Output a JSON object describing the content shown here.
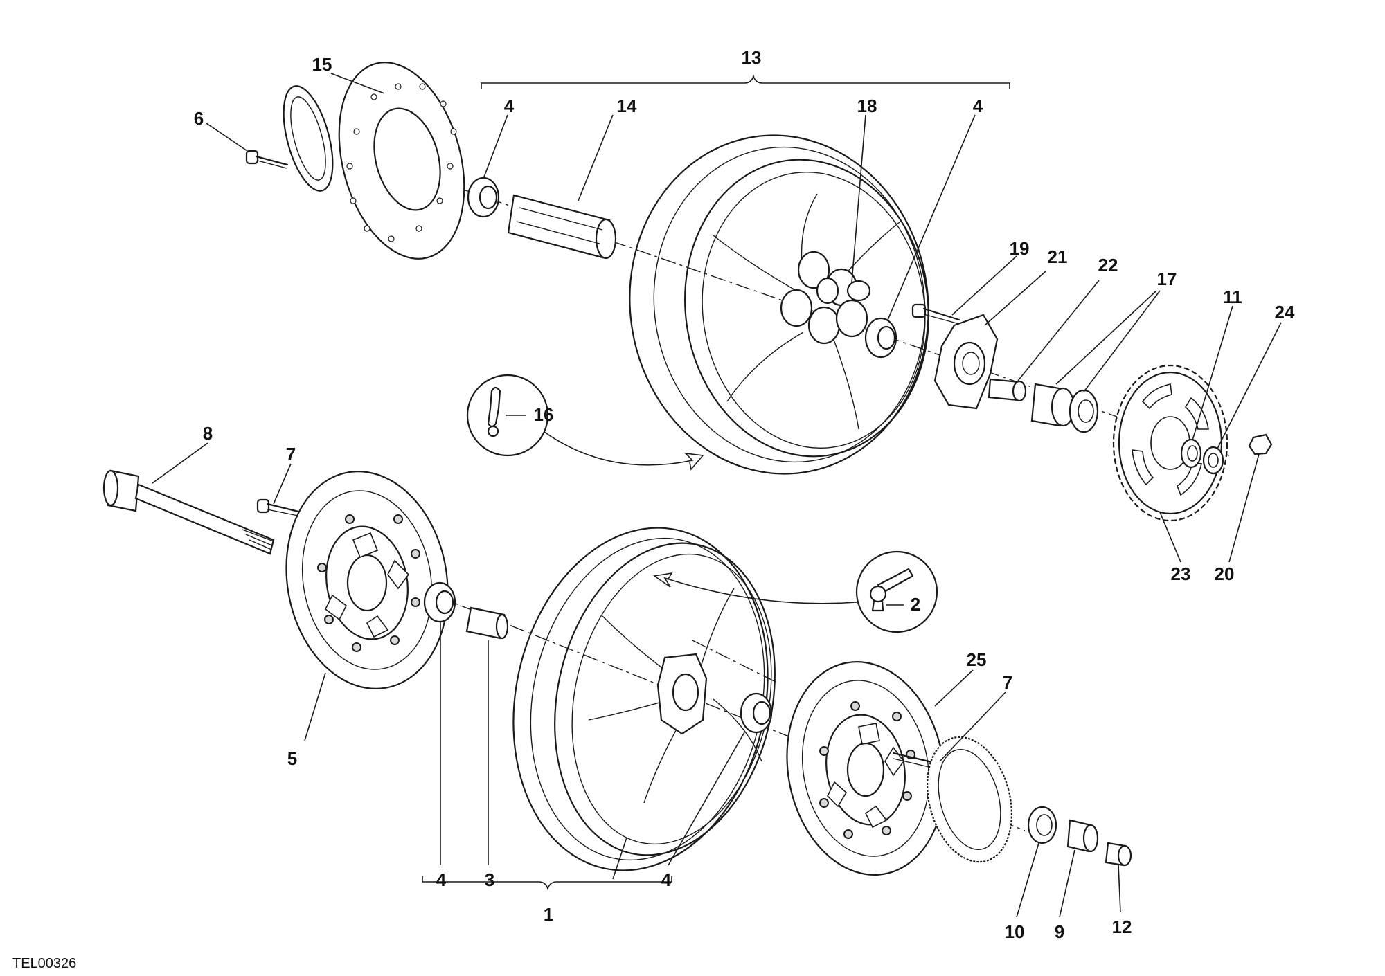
{
  "drawing_code": "TEL00326",
  "callouts": {
    "c1": "1",
    "c2": "2",
    "c3": "3",
    "c4a": "4",
    "c4b": "4",
    "c4c": "4",
    "c4d": "4",
    "c5": "5",
    "c6": "6",
    "c7a": "7",
    "c7b": "7",
    "c8": "8",
    "c9": "9",
    "c10": "10",
    "c11": "11",
    "c12": "12",
    "c13": "13",
    "c14": "14",
    "c15": "15",
    "c16": "16",
    "c17": "17",
    "c18": "18",
    "c19": "19",
    "c20": "20",
    "c21": "21",
    "c22": "22",
    "c23": "23",
    "c24": "24",
    "c25": "25"
  }
}
